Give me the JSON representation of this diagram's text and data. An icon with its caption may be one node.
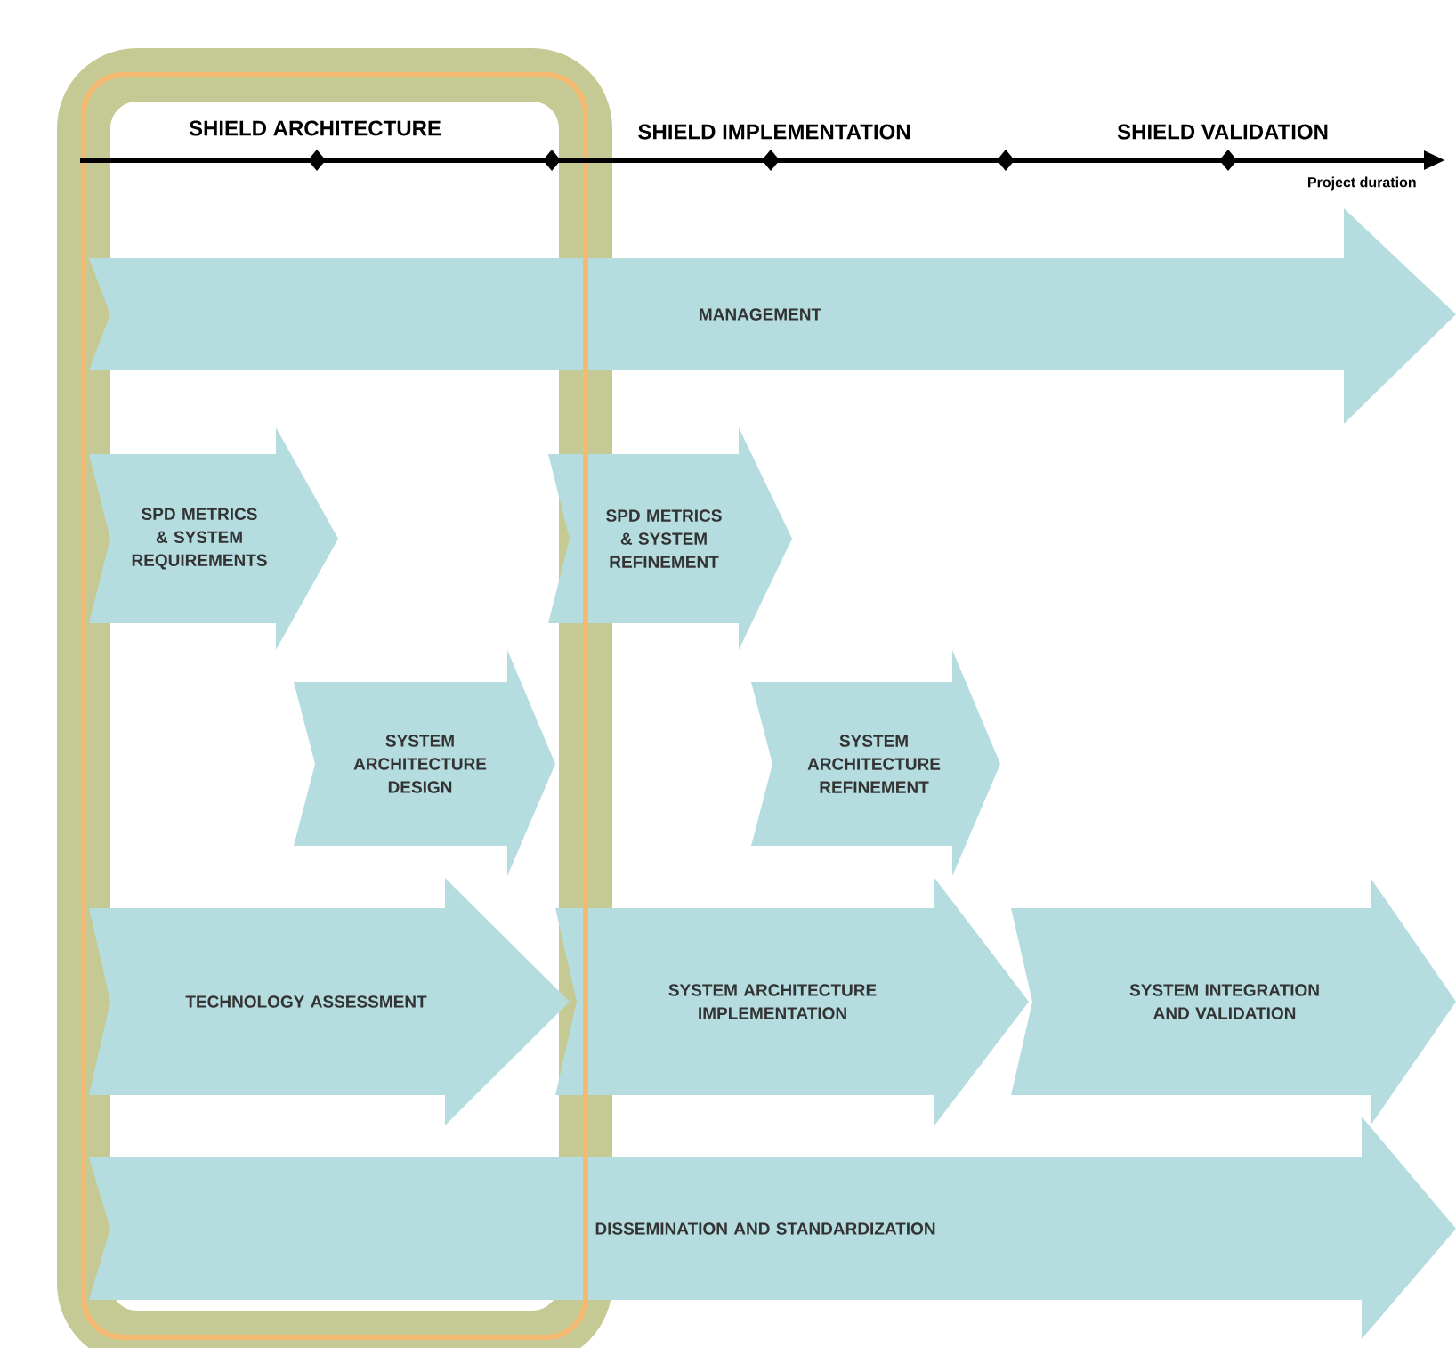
{
  "diagram": {
    "nodes": [
      {
        "text": [
          "MANAGEMENT"
        ]
      },
      {
        "text": [
          "SPD METRICS & SYSTEM REQUIREMENTS"
        ]
      },
      {
        "text": [
          "SPD METRICS & SYSTEM REFINEMENT"
        ]
      },
      {
        "text": [
          "SYSTEM ARCHITECTURE DESIGN"
        ]
      },
      {
        "text": [
          "SYSTEM ARCHITECTURE REFINEMENT"
        ]
      },
      {
        "text": [
          "TECHNOLOGY ASSESSMENT"
        ]
      },
      {
        "text": [
          "SYSTEM ARCHITECTURE IMPLEMENTATION"
        ]
      },
      {
        "text": [
          "SYSTEM INTEGRATION AND VALIDATION"
        ]
      },
      {
        "text": [
          "DISSEMINATION AND STANDARDIZATION"
        ]
      }
    ],
    "labels": [
      "SHIELD ARCHITECTURE",
      "SHIELD IMPLEMENTATION",
      "SHIELD VALIDATION",
      "Project duration"
    ]
  }
}
